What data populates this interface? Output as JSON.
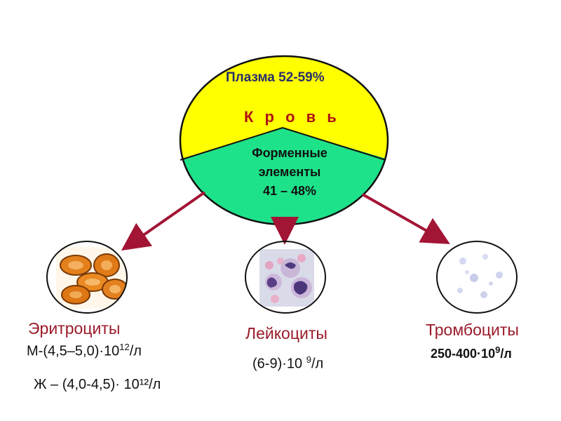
{
  "diagram": {
    "plasma": "Плазма 52-59%",
    "center": "К р о в ь",
    "formed": {
      "line1": "Форменные",
      "line2": "элементы",
      "line3": "41 – 48%"
    },
    "cells": {
      "erythrocytes": {
        "name": "Эритроциты",
        "male_prefix": "М-(4,5–5,0)·10",
        "male_exp": "12",
        "male_unit": "/л",
        "female": "Ж – (4,0-4,5)· 10¹²/л"
      },
      "leukocytes": {
        "name": "Лейкоциты",
        "value_prefix": "(6-9)·10 ",
        "value_exp": "9",
        "value_unit": "/л"
      },
      "thrombocytes": {
        "name": "Тромбоциты",
        "value_prefix": "250-400·10",
        "value_exp": "9",
        "value_unit": "/л"
      }
    },
    "colors": {
      "plasma": "#ffff00",
      "formed": "#1ee28a",
      "arrow": "#a31535",
      "label": "#9b1b2a"
    }
  }
}
